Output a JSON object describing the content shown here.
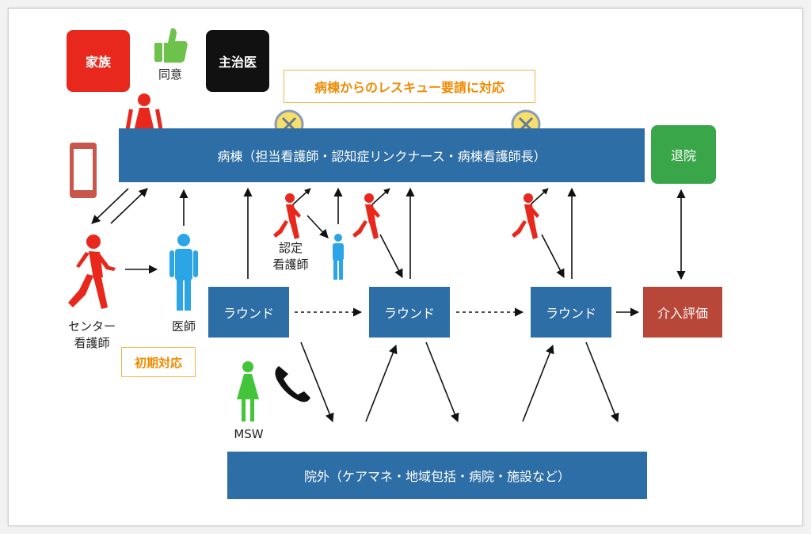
{
  "top": {
    "family": "家族",
    "consent": "同意",
    "attending": "主治医",
    "rescue_note": "病棟からのレスキュー要請に対応"
  },
  "ward": {
    "label": "病棟（担当看護師・認知症リンクナース・病棟看護師長）"
  },
  "discharge": "退院",
  "center_nurse": [
    "センター",
    "看護師"
  ],
  "doctor": "医師",
  "initial_response": "初期対応",
  "certified_nurse": [
    "認定",
    "看護師"
  ],
  "rounds": [
    "ラウンド",
    "ラウンド",
    "ラウンド"
  ],
  "evaluation": "介入評価",
  "msw": "MSW",
  "outside": {
    "label": "院外（ケアマネ・地域包括・病院・施設など）"
  },
  "colors": {
    "red": "#e8281c",
    "blue_box": "#2e6ea6",
    "person_blue": "#2ba5e6",
    "green": "#3aa64a",
    "msw_green": "#44c43a",
    "eval": "#b8473a",
    "orange": "#f08a00",
    "black": "#111111"
  }
}
